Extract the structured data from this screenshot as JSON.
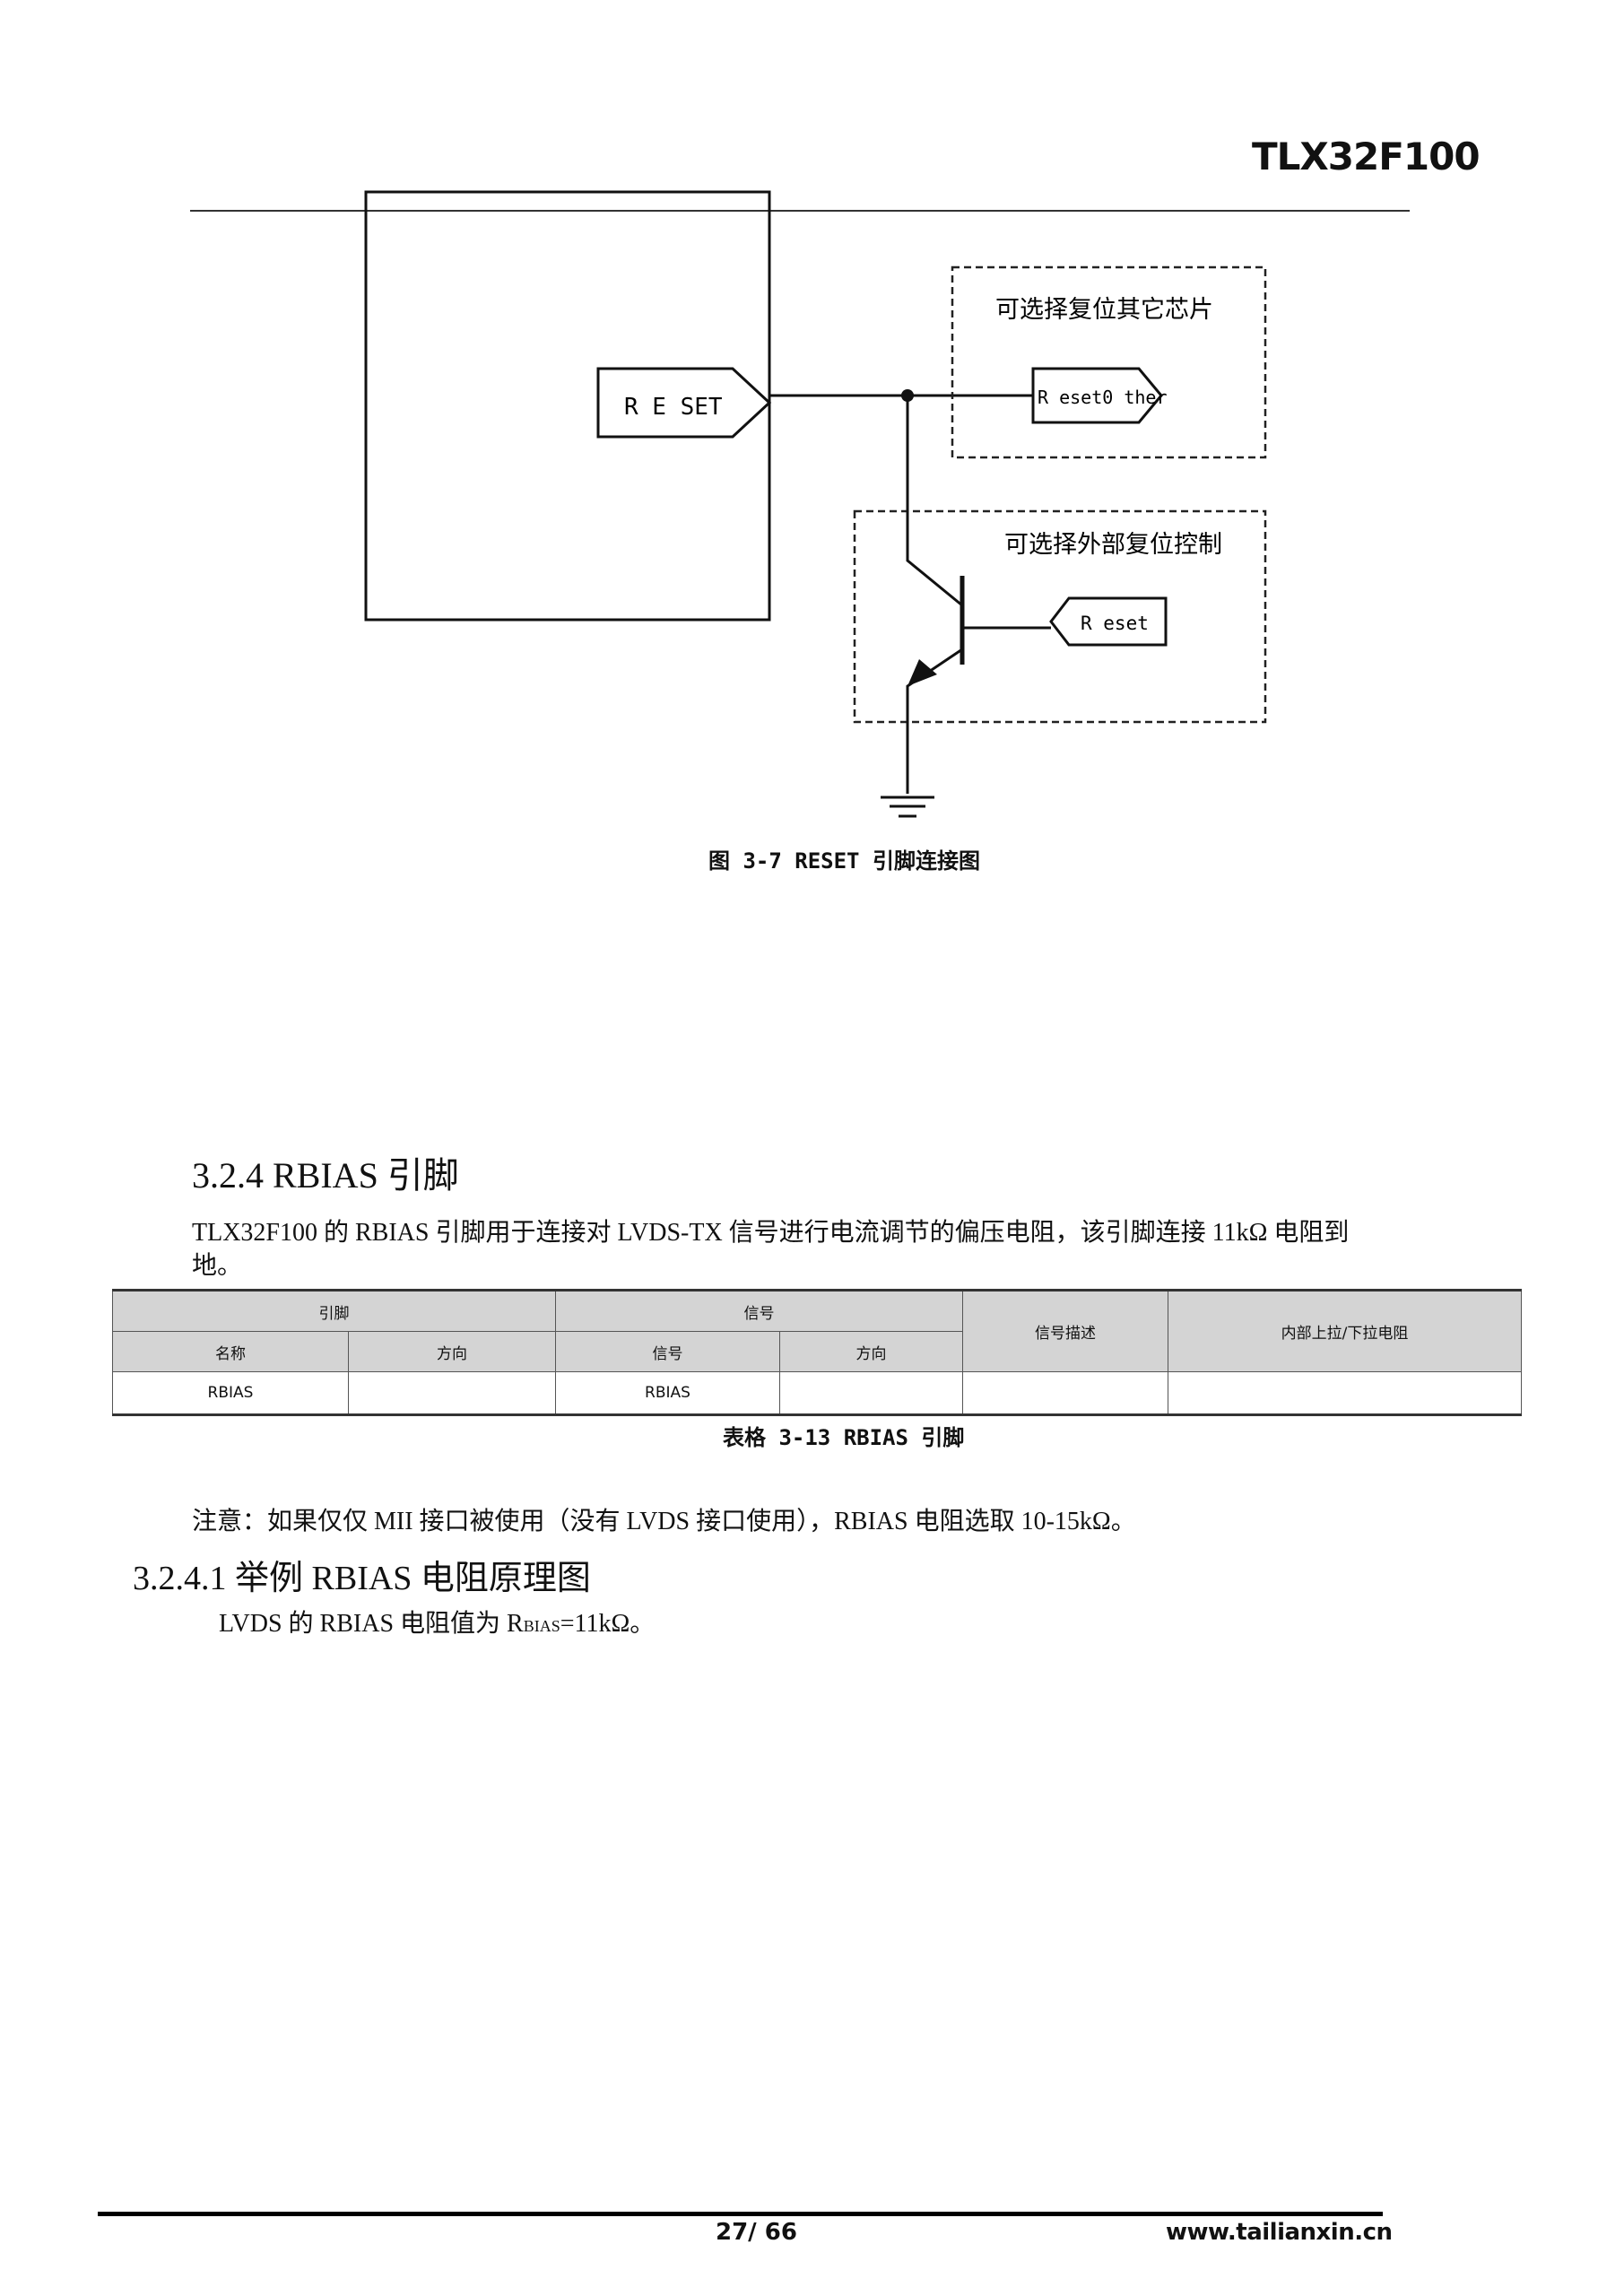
{
  "header": {
    "title": "TLX32F100"
  },
  "figure": {
    "chip_pin": "R E SET",
    "box1_label": "可选择复位其它芯片",
    "reset_other": "R eset0 ther",
    "box2_label": "可选择外部复位控制",
    "reset_in": "R eset",
    "caption": "图 3-7 RESET 引脚连接图"
  },
  "section": {
    "heading": "3.2.4 RBIAS 引脚",
    "para_line1": "TLX32F100 的 RBIAS 引脚用于连接对 LVDS-TX 信号进行电流调节的偏压电阻，该引脚连接 11kΩ 电阻到",
    "para_line2": "地。"
  },
  "table": {
    "group_pin": "引脚",
    "group_signal": "信号",
    "col_desc": "信号描述",
    "col_pull": "内部上拉/下拉电阻",
    "sub_name": "名称",
    "sub_dir1": "方向",
    "sub_signal": "信号",
    "sub_dir2": "方向",
    "rows": [
      {
        "name": "RBIAS",
        "dir": "",
        "signal": "RBIAS",
        "dir2": "",
        "desc": "",
        "pull": ""
      }
    ],
    "caption": "表格 3-13 RBIAS 引脚"
  },
  "note": "注意：如果仅仅 MII 接口被使用（没有 LVDS 接口使用），RBIAS 电阻选取 10-15kΩ。",
  "subsection": {
    "heading": "3.2.4.1 举例 RBIAS 电阻原理图",
    "line_pre": "LVDS 的 RBIAS 电阻值为 R",
    "line_sub": "BIAS",
    "line_post": "=11kΩ。"
  },
  "footer": {
    "page": "27/ 66",
    "website": "www.tailianxin.cn"
  }
}
